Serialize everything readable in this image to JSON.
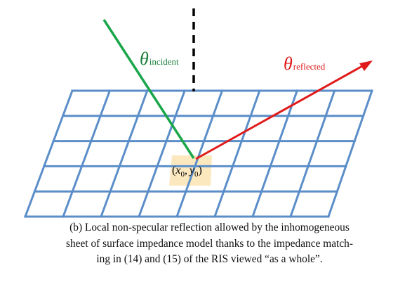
{
  "figure": {
    "incident_label": "θ",
    "incident_subscript": "incident",
    "reflected_label": "θ",
    "reflected_subscript": "reflected",
    "point_label": {
      "open": "(",
      "x": "x",
      "x_sub": "0",
      "comma": ",",
      "y": "y",
      "y_sub": "0",
      "close": ")"
    },
    "colors": {
      "grid": "#5b8ec9",
      "incident_ray": "#1aa64a",
      "reflected_ray": "#e01b1b",
      "normal": "#000000",
      "cell_highlight": "#fce8bf",
      "incident_label": "#1a7f3a",
      "reflected_label": "#e01b1b"
    },
    "grid": {
      "rows": 5,
      "cols": 8
    }
  },
  "caption": {
    "line1": "(b) Local non-specular reflection allowed by the inhomogeneous",
    "line2": "sheet of surface impedance model thanks to the impedance match-",
    "line3": "ing in (14) and (15) of the RIS viewed “as a whole”."
  }
}
